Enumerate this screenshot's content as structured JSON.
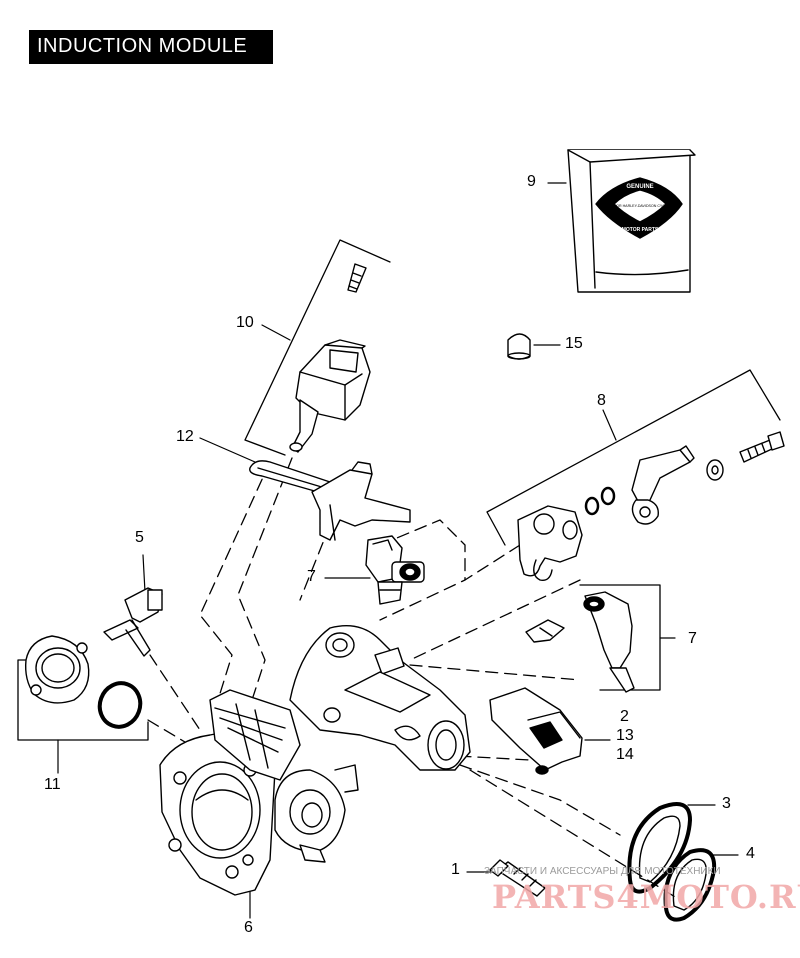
{
  "title": "INDUCTION MODULE",
  "callouts": [
    {
      "id": "1",
      "label": "1"
    },
    {
      "id": "2",
      "label": "2"
    },
    {
      "id": "3",
      "label": "3"
    },
    {
      "id": "4",
      "label": "4"
    },
    {
      "id": "5",
      "label": "5"
    },
    {
      "id": "6",
      "label": "6"
    },
    {
      "id": "7a",
      "label": "7"
    },
    {
      "id": "7b",
      "label": "7"
    },
    {
      "id": "8",
      "label": "8"
    },
    {
      "id": "9",
      "label": "9"
    },
    {
      "id": "10",
      "label": "10"
    },
    {
      "id": "11",
      "label": "11"
    },
    {
      "id": "12",
      "label": "12"
    },
    {
      "id": "13",
      "label": "13"
    },
    {
      "id": "14",
      "label": "14"
    },
    {
      "id": "15",
      "label": "15"
    }
  ],
  "parts_box": {
    "badge_top": "GENUINE",
    "badge_mid": "MOTOR HARLEY-DAVIDSON CYCLES",
    "badge_bottom": "MOTOR PARTS"
  },
  "watermark": {
    "text": "ЗАПЧАСТИ И АКСЕССУАРЫ ДЛЯ МОТОТЕХНИКИ",
    "brand": "PARTS4MOTO.RU"
  },
  "colors": {
    "line": "#000000",
    "title_bg": "#000000",
    "title_fg": "#ffffff",
    "watermark": "#f2a8a8"
  }
}
